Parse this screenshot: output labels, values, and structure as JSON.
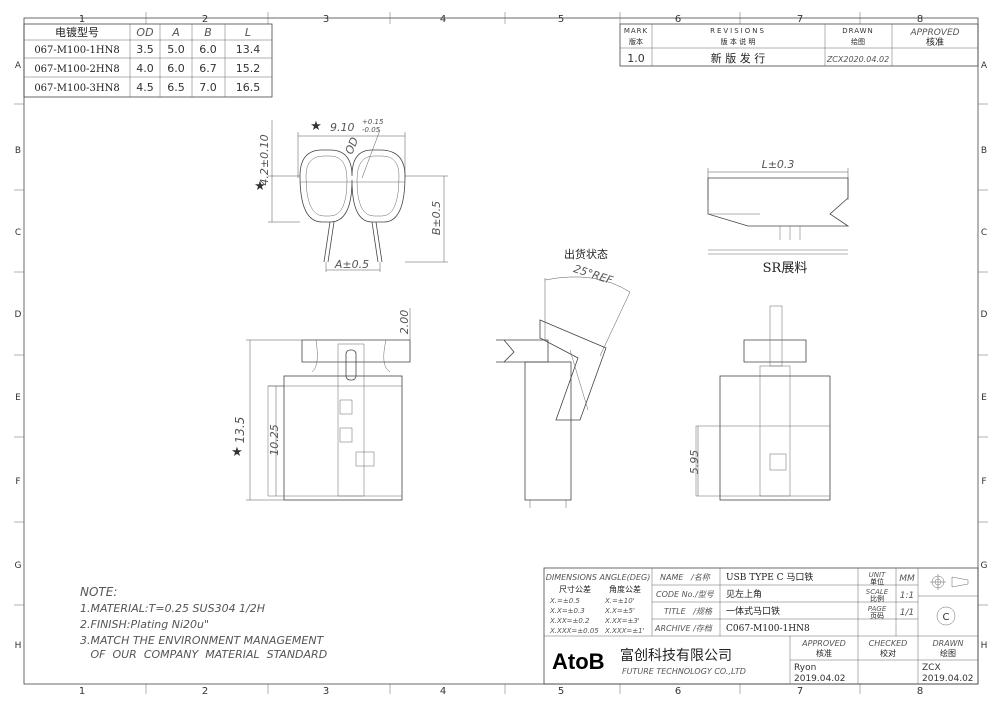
{
  "grid": {
    "columns": [
      "1",
      "2",
      "3",
      "4",
      "5",
      "6",
      "7",
      "8"
    ],
    "rows": [
      "A",
      "B",
      "C",
      "D",
      "E",
      "F",
      "G",
      "H"
    ]
  },
  "plating_table": {
    "headers": [
      "电镀型号",
      "OD",
      "A",
      "B",
      "L"
    ],
    "rows": [
      [
        "067-M100-1HN8",
        "3.5",
        "5.0",
        "6.0",
        "13.4"
      ],
      [
        "067-M100-2HN8",
        "4.0",
        "6.0",
        "6.7",
        "15.2"
      ],
      [
        "067-M100-3HN8",
        "4.5",
        "6.5",
        "7.0",
        "16.5"
      ]
    ]
  },
  "revisions": {
    "mark_label": "MARK",
    "mark_cn": "版本",
    "rev_label": "REVISIONS",
    "rev_cn": "版 本 说 明",
    "drawn_label": "DRAWN",
    "drawn_cn": "绘图",
    "approved_label": "APPROVED",
    "approved_cn": "核准",
    "row": {
      "mark": "1.0",
      "desc": "新 版 发 行",
      "drawn": "ZCX2020.04.02",
      "approved": ""
    }
  },
  "dims": {
    "width_top": "9.10",
    "width_tol_up": "+0.15",
    "width_tol_dn": "-0.05",
    "height_left": "4.2±0.10",
    "od": "OD",
    "b": "B±0.5",
    "a": "A±0.5",
    "l": "L±0.3",
    "sr": "SR展料",
    "ship": "出货状态",
    "angle": "25°REF",
    "d200": "2.00",
    "d135": "13.5",
    "d1025": "10.25",
    "d595": "5.95",
    "star": "★"
  },
  "notes": {
    "title": "NOTE:",
    "lines": [
      "1.MATERIAL:T=0.25  SUS304  1/2H",
      "2.FINISH:Plating  Ni20u\"",
      "3.MATCH  THE  ENVIRONMENT  MANAGEMENT",
      "   OF  OUR  COMPANY  MATERIAL  STANDARD"
    ]
  },
  "title_block": {
    "dim_tol": "DIMENSIONS ANGLE(DEG)",
    "tol_cn1": "尺寸公差",
    "tol_cn2": "角度公差",
    "tol_rows": [
      [
        "X.=±0.5",
        "X.=±10'"
      ],
      [
        "X.X=±0.3",
        "X.X=±5'"
      ],
      [
        "X.XX=±0.2",
        "X.XX=±3'"
      ],
      [
        "X.XXX=±0.05",
        "X.XXX=±1'"
      ]
    ],
    "name_label": "NAME   /名称",
    "name_value": "USB TYPE C 马口铁",
    "code_label": "CODE No./型号",
    "code_value": "见左上角",
    "title_label": "TITLE   /规格",
    "title_value": "一体式马口铁",
    "archive_label": "ARCHIVE /存档",
    "archive_value": "C067-M100-1HN8",
    "unit_label": "UNIT",
    "unit_cn": "单位",
    "unit_value": "MM",
    "scale_label": "SCALE",
    "scale_cn": "比例",
    "scale_value": "1:1",
    "page_label": "PAGE",
    "page_cn": "页码",
    "page_value": "1/1",
    "copyright": "C",
    "logo": "AtoB",
    "company_cn": "富创科技有限公司",
    "company_en": "FUTURE TECHNOLOGY CO.,LTD",
    "approved_label": "APPROVED",
    "approved_cn": "核准",
    "approved_name": "Ryon",
    "approved_date": "2019.04.02",
    "checked_label": "CHECKED",
    "checked_cn": "校对",
    "drawn_label": "DRAWN",
    "drawn_cn": "绘图",
    "drawn_name": "ZCX",
    "drawn_date": "2019.04.02"
  }
}
